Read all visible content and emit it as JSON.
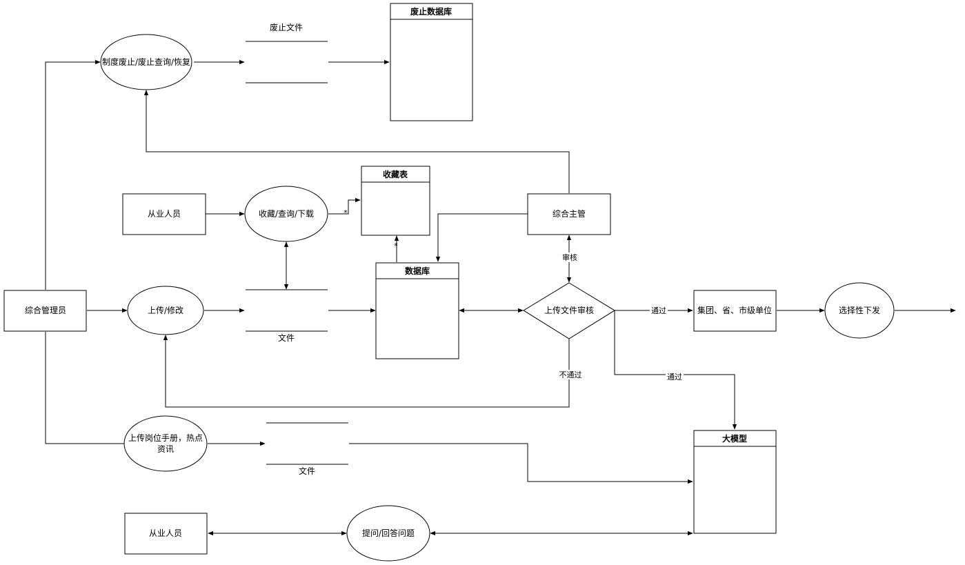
{
  "nodes": {
    "abolish_op": "制度废止/废止查询/恢复",
    "abolish_file": "废止文件",
    "abolish_db": "废止数据库",
    "favorites_table": "收藏表",
    "practitioner_top": "从业人员",
    "collect_op": "收藏/查询/下载",
    "supervisor": "综合主管",
    "admin": "综合管理员",
    "upload_op": "上传/修改",
    "file_store": "文件",
    "database": "数据库",
    "review": "上传文件审核",
    "units": "集团、省、市级单位",
    "distribute": "选择性下发",
    "upload_manual_line1": "上传岗位手册，热点",
    "upload_manual_line2": "资讯",
    "manual_file": "文件",
    "big_model": "大模型",
    "practitioner_bottom": "从业人员",
    "qa_op": "提问/回答问题"
  },
  "edge_labels": {
    "star_favorites": "*",
    "star_database": "*",
    "audit": "审核",
    "pass_units": "通过",
    "fail": "不通过",
    "pass_model": "通过"
  }
}
